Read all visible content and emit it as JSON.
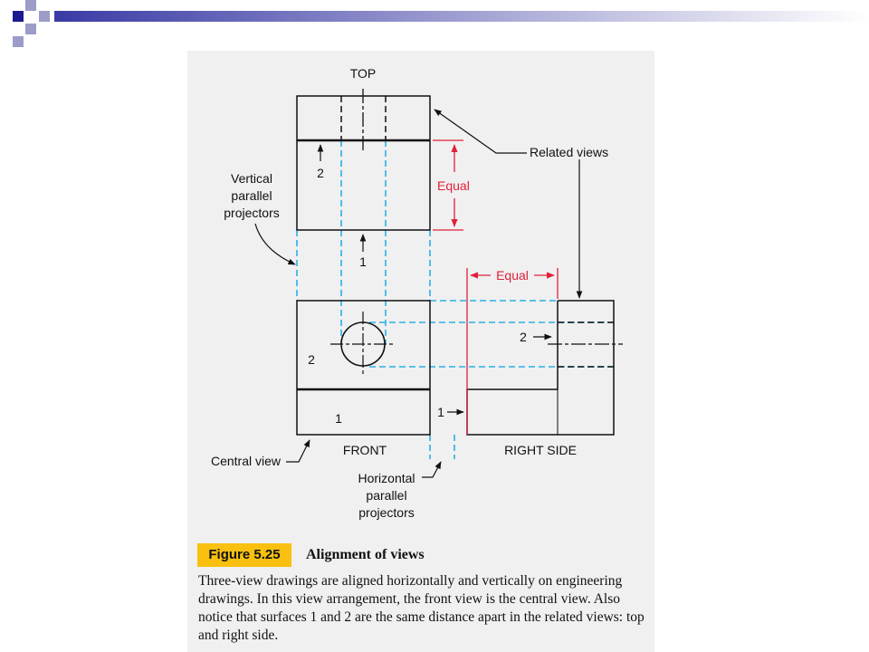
{
  "header": {
    "colors": {
      "navy": "#1b1b8f",
      "slate": "#9c9cc9",
      "gradient_start": "#3a3aa6",
      "gradient_end": "#ffffff"
    }
  },
  "figure": {
    "tag": "Figure 5.25",
    "title": "Alignment of views",
    "caption": "Three-view drawings are aligned horizontally and vertically on engineering drawings. In this view arrangement, the front view is the central view. Also notice that surfaces 1 and 2 are the same distance apart in the related views: top and right side."
  },
  "diagram": {
    "labels": {
      "top": "TOP",
      "front": "FRONT",
      "right_side": "RIGHT SIDE",
      "related_views": "Related views",
      "central_view": "Central view",
      "vertical_projectors": [
        "Vertical",
        "parallel",
        "projectors"
      ],
      "horizontal_projectors": [
        "Horizontal",
        "parallel",
        "projectors"
      ],
      "equal_vertical": "Equal",
      "equal_horizontal": "Equal",
      "surface_1": "1",
      "surface_2": "2"
    },
    "colors": {
      "projector": "#2ab0e6",
      "dimension": "#e0203a",
      "line": "#111111"
    }
  }
}
